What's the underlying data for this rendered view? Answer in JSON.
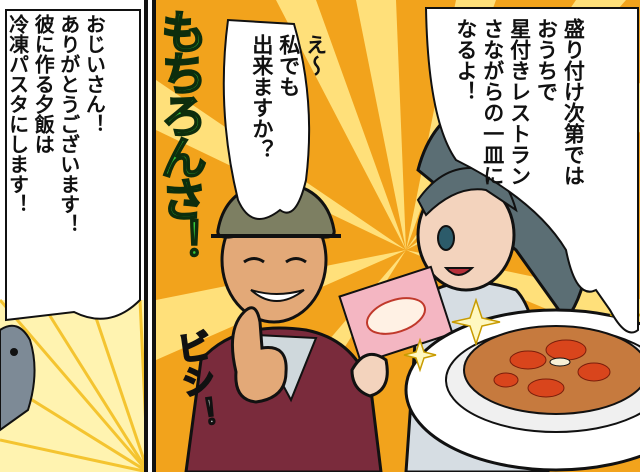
{
  "panels": {
    "left": {
      "speech": "おじいさん！\nありがとうございます！\n彼に作る夕飯は\n冷凍パスタにします！"
    },
    "main": {
      "speech_woman_question": "え〜\n私でも\n出来ますか？",
      "speech_woman_statement": "盛り付け次第では\nおうちで\n星付きレストラン\nさながらの一皿に\nなるよ！",
      "sfx_main": "もちろんさ！",
      "sfx_gesture": "ビシ！"
    }
  },
  "colors": {
    "sfx_green": "#37c83a",
    "burst_orange": "#f2a31c",
    "burst_yellow": "#ffe07a",
    "jacket_maroon": "#7a2b3c",
    "sauce_red": "#d9451c",
    "woman_hair": "#5b6e74"
  }
}
